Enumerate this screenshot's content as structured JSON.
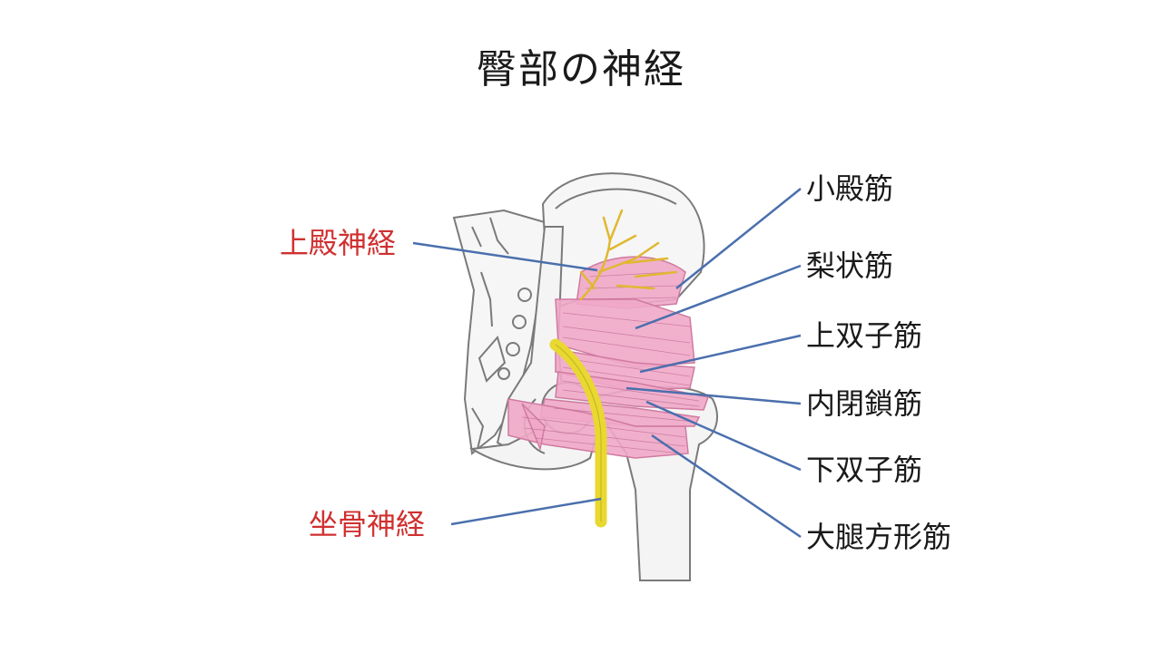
{
  "title": "臀部の神経",
  "colors": {
    "muscle_label": "#1a1a1a",
    "nerve_label": "#d03030",
    "leader_line": "#4a6fad",
    "muscle_fill": "#f0a8c8",
    "sciatic_nerve": "#e8d830",
    "superior_gluteal_nerve": "#e0b830",
    "bone_outline": "#7a7a7a"
  },
  "labels": {
    "muscles": [
      "小殿筋",
      "梨状筋",
      "上双子筋",
      "内閉鎖筋",
      "下双子筋",
      "大腿方形筋"
    ],
    "nerves": [
      "上殿神経",
      "坐骨神経"
    ]
  }
}
